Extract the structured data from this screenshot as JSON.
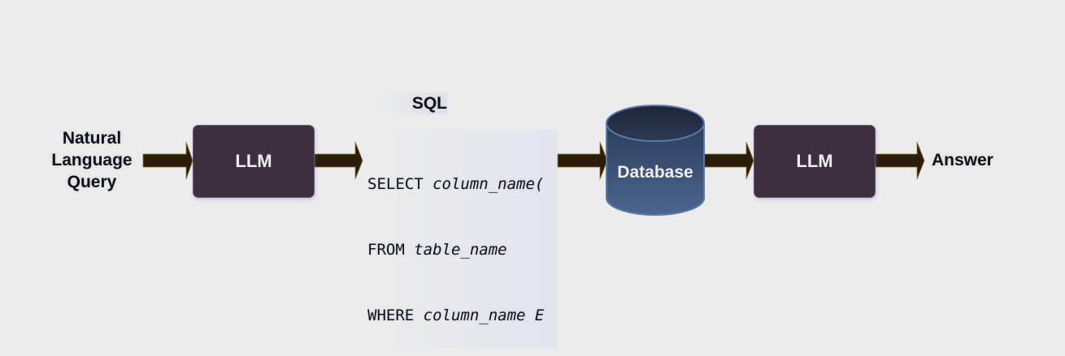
{
  "input_label": [
    "Natural",
    "Language",
    "Query"
  ],
  "llm_label": "LLM",
  "sql": {
    "label": "SQL",
    "lines": [
      {
        "keyword": "SELECT ",
        "value": "column_name("
      },
      {
        "keyword": "FROM ",
        "value": "table_name"
      },
      {
        "keyword": "WHERE ",
        "value": "column_name E"
      }
    ]
  },
  "database_label": "Database",
  "output_label": "Answer",
  "colors": {
    "llm_fill": "#3d2e40",
    "arrow_fill": "#2b1d08",
    "database_top": "#25324a",
    "database_body": "#3b5477",
    "background": "#ececec"
  }
}
